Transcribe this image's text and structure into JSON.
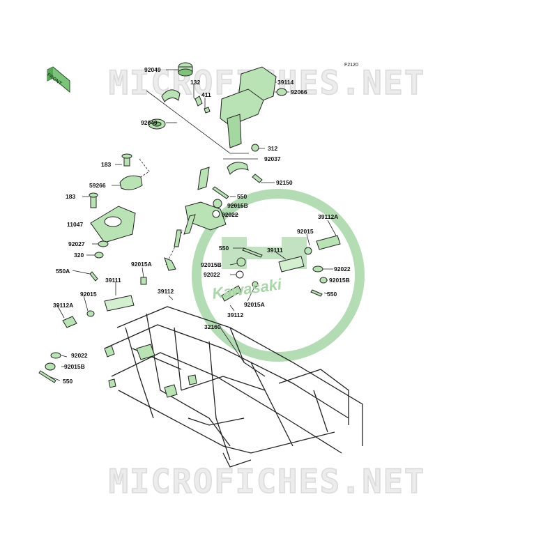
{
  "diagram": {
    "figure_code": "F2120",
    "front_label": "FRONT",
    "watermark_text": "MICROFICHES.NET",
    "logo_text": "Kawasaki",
    "colors": {
      "part_fill": "#9fd39a",
      "line": "#222222",
      "logo": "#8fcc8f",
      "watermark": "#dadada"
    },
    "parts": [
      {
        "id": "p1",
        "number": "92049"
      },
      {
        "id": "p2",
        "number": "132"
      },
      {
        "id": "p3",
        "number": "411"
      },
      {
        "id": "p4",
        "number": "39114"
      },
      {
        "id": "p5",
        "number": "92066"
      },
      {
        "id": "p6",
        "number": "92049"
      },
      {
        "id": "p7",
        "number": "312"
      },
      {
        "id": "p8",
        "number": "92037"
      },
      {
        "id": "p9",
        "number": "92150"
      },
      {
        "id": "p10",
        "number": "183"
      },
      {
        "id": "p11",
        "number": "59266"
      },
      {
        "id": "p12",
        "number": "550"
      },
      {
        "id": "p13",
        "number": "92015B"
      },
      {
        "id": "p14",
        "number": "183"
      },
      {
        "id": "p15",
        "number": "92022"
      },
      {
        "id": "p16",
        "number": "11047"
      },
      {
        "id": "p17",
        "number": "39112A"
      },
      {
        "id": "p18",
        "number": "92015"
      },
      {
        "id": "p19",
        "number": "92027"
      },
      {
        "id": "p20",
        "number": "550"
      },
      {
        "id": "p21",
        "number": "39111"
      },
      {
        "id": "p22",
        "number": "320"
      },
      {
        "id": "p23",
        "number": "92015A"
      },
      {
        "id": "p24",
        "number": "550A"
      },
      {
        "id": "p25",
        "number": "92015B"
      },
      {
        "id": "p26",
        "number": "92022"
      },
      {
        "id": "p27",
        "number": "92022"
      },
      {
        "id": "p28",
        "number": "92015B"
      },
      {
        "id": "p29",
        "number": "39111"
      },
      {
        "id": "p30",
        "number": "550"
      },
      {
        "id": "p31",
        "number": "92015"
      },
      {
        "id": "p32",
        "number": "39112"
      },
      {
        "id": "p33",
        "number": "92015A"
      },
      {
        "id": "p34",
        "number": "39112A"
      },
      {
        "id": "p35",
        "number": "39112"
      },
      {
        "id": "p36",
        "number": "32160"
      },
      {
        "id": "p37",
        "number": "92022"
      },
      {
        "id": "p38",
        "number": "92015B"
      },
      {
        "id": "p39",
        "number": "550"
      }
    ]
  }
}
